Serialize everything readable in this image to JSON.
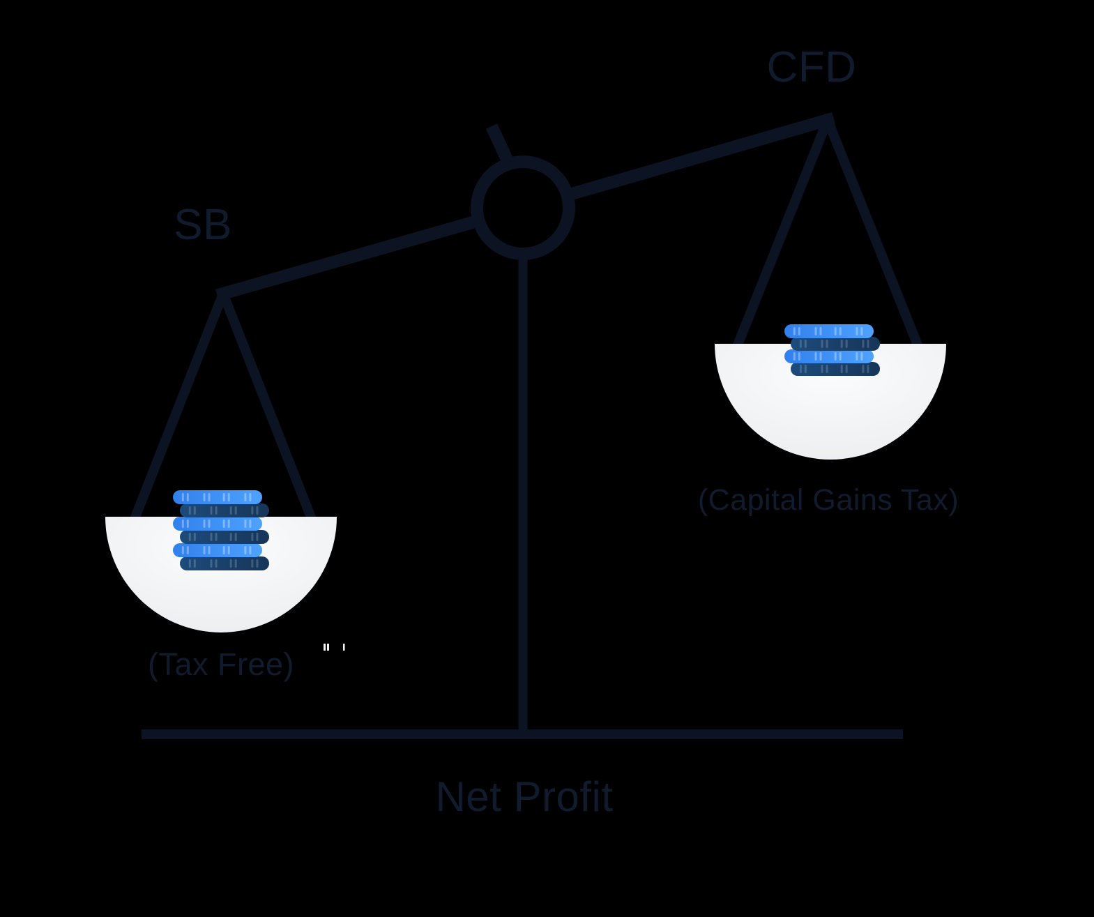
{
  "labels": {
    "left_pan_title": "SB",
    "right_pan_title": "CFD",
    "left_pan_caption": "(Tax Free)",
    "right_pan_caption": "(Capital Gains Tax)",
    "bottom_axis": "Net Profit"
  },
  "scale": {
    "left_pan": {
      "title": "SB",
      "caption": "(Tax Free)",
      "coin_count": 6,
      "position": "lower-heavier"
    },
    "right_pan": {
      "title": "CFD",
      "caption": "(Capital Gains Tax)",
      "coin_count": 4,
      "position": "higher-lighter"
    }
  },
  "colors": {
    "background": "#000000",
    "line": "#0c1322",
    "text": "#101b2d",
    "coin_bright_start": "#3180ec",
    "coin_bright_end": "#4fa2fe",
    "coin_dark_start": "#1d4b7b",
    "coin_dark_end": "#163559",
    "pan_light": "#fbfcfd",
    "pan_shade": "#e9ebee",
    "artifact": "#f2f4f6"
  }
}
